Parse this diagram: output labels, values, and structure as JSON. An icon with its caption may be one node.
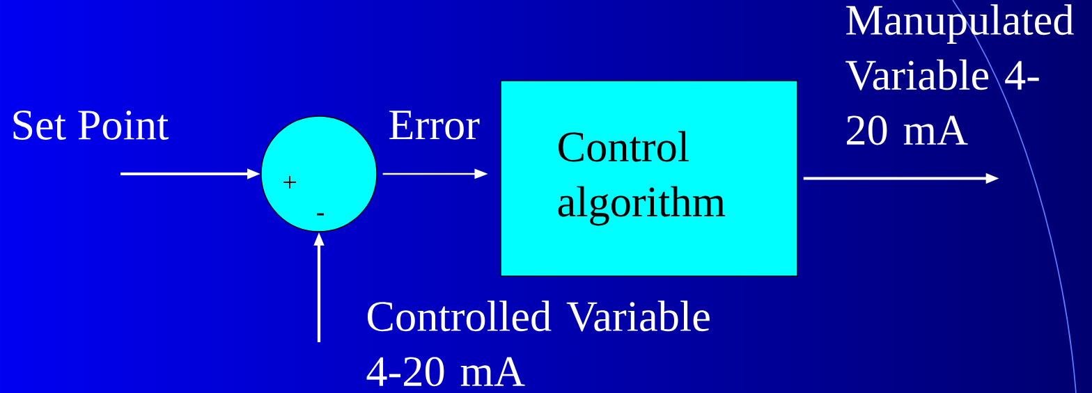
{
  "diagram": {
    "nodes": [
      {
        "text": [
          "+",
          "-"
        ]
      },
      {
        "text": [
          "Control algorithm"
        ]
      }
    ],
    "edges": [
      {
        "from": null,
        "to": 0,
        "arrow": "to",
        "label": "Set Point"
      },
      {
        "from": 0,
        "to": 1,
        "arrow": "to",
        "label": "Error"
      },
      {
        "from": 1,
        "to": null,
        "arrow": "to",
        "label": "Manupulated Variable 4-20 mA"
      },
      {
        "from": null,
        "to": 0,
        "arrow": "to",
        "label": "Controlled Variable 4-20 mA"
      }
    ]
  }
}
